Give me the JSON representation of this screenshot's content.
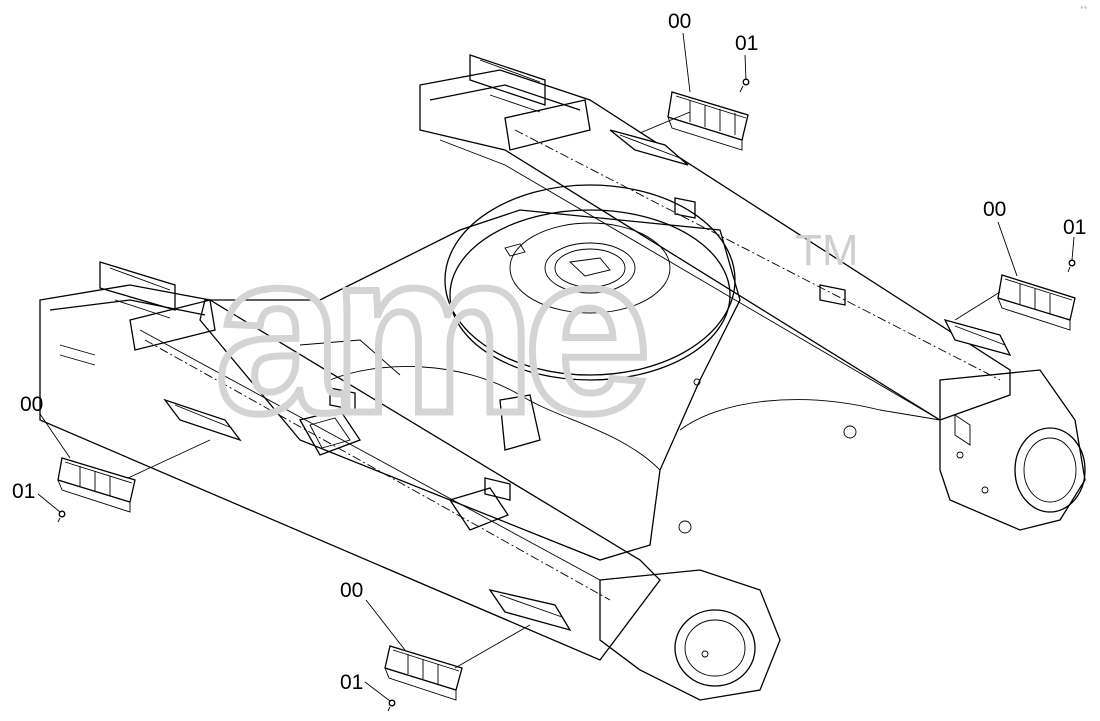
{
  "diagram": {
    "watermark": "ame",
    "trademark": "TM",
    "corner_mark": "°°",
    "callouts": [
      {
        "label": "00"
      },
      {
        "label": "01"
      },
      {
        "label": "00"
      },
      {
        "label": "01"
      },
      {
        "label": "00"
      },
      {
        "label": "01"
      },
      {
        "label": "00"
      },
      {
        "label": "01"
      }
    ]
  }
}
